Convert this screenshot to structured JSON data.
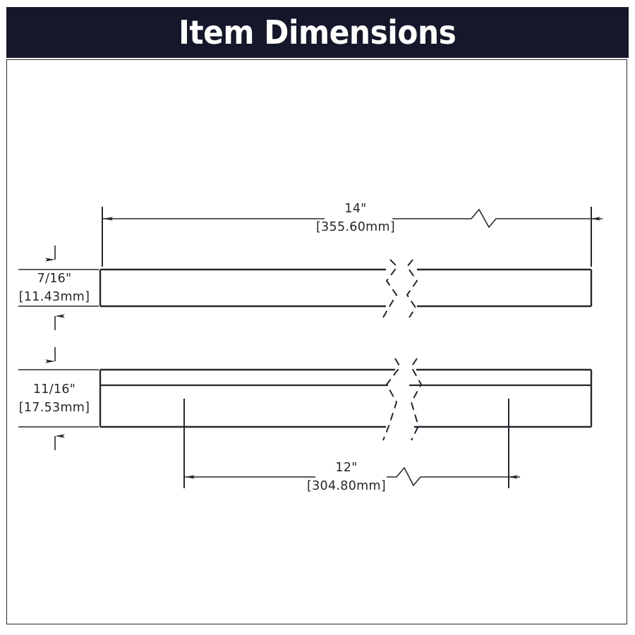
{
  "header": {
    "title": "Item Dimensions",
    "background_color": "#15172a",
    "text_color": "#ffffff"
  },
  "drawing": {
    "line_color": "#26262e",
    "background_color": "#ffffff",
    "views": [
      {
        "name": "top-view-bar",
        "description": "Long horizontal bar with break symbol",
        "length_dimension": "overall-length"
      },
      {
        "name": "bottom-view-bar",
        "description": "Long horizontal bar with profile strip and break symbol",
        "length_dimension": "center-to-center"
      }
    ],
    "dimensions": {
      "overall_length": {
        "imperial": "14\"",
        "metric": "[355.60mm]",
        "position": "top"
      },
      "top_bar_height": {
        "imperial": "7/16\"",
        "metric": "[11.43mm]",
        "position": "left-upper"
      },
      "bottom_bar_height": {
        "imperial": "11/16\"",
        "metric": "[17.53mm]",
        "position": "left-lower"
      },
      "center_length": {
        "imperial": "12\"",
        "metric": "[304.80mm]",
        "position": "bottom"
      }
    }
  }
}
